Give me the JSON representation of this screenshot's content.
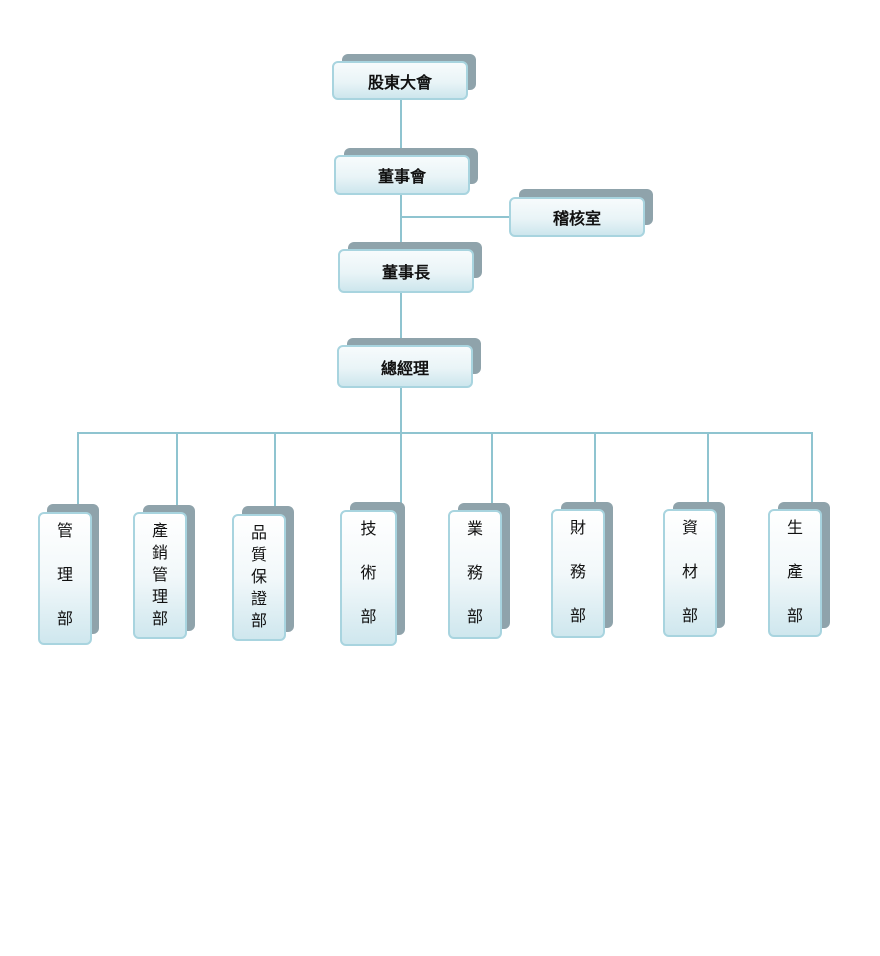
{
  "top_nodes": [
    {
      "id": "shareholders",
      "label": "股東大會"
    },
    {
      "id": "board",
      "label": "董事會"
    },
    {
      "id": "audit",
      "label": "稽核室"
    },
    {
      "id": "chairman",
      "label": "董事長"
    },
    {
      "id": "gm",
      "label": "總經理"
    }
  ],
  "departments": [
    {
      "id": "management",
      "label": "管理部",
      "chars": [
        "管",
        "",
        "理",
        "",
        "部"
      ]
    },
    {
      "id": "sales-mkt",
      "label": "產銷管理部",
      "chars": [
        "產",
        "銷",
        "管",
        "理",
        "部"
      ]
    },
    {
      "id": "qa",
      "label": "品質保證部",
      "chars": [
        "品",
        "質",
        "保",
        "證",
        "部"
      ]
    },
    {
      "id": "tech",
      "label": "技術部",
      "chars": [
        "技",
        "",
        "術",
        "",
        "部"
      ]
    },
    {
      "id": "business",
      "label": "業務部",
      "chars": [
        "業",
        "",
        "務",
        "",
        "部"
      ]
    },
    {
      "id": "finance",
      "label": "財務部",
      "chars": [
        "財",
        "",
        "務",
        "",
        "部"
      ]
    },
    {
      "id": "materials",
      "label": "資材部",
      "chars": [
        "資",
        "",
        "材",
        "",
        "部"
      ]
    },
    {
      "id": "production",
      "label": "生產部",
      "chars": [
        "生",
        "",
        "產",
        "",
        "部"
      ]
    }
  ],
  "colors": {
    "line": "#8fc4d0",
    "border": "#a8d4df",
    "shadow": "#8fa3ab"
  }
}
